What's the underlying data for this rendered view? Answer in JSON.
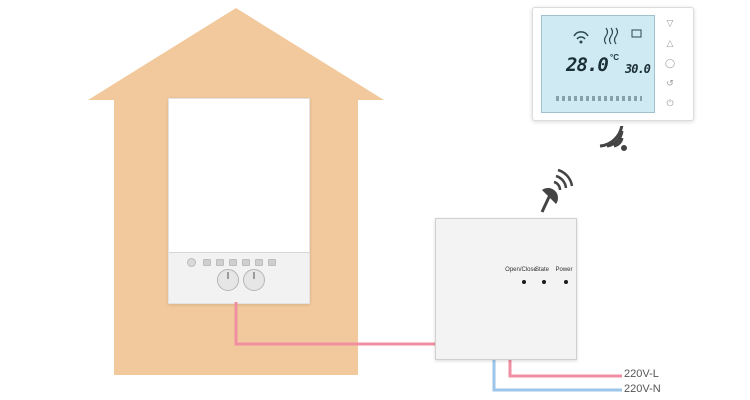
{
  "colors": {
    "house": "#f2c99c",
    "wire_live": "#f08ea2",
    "wire_neutral": "#9cc6ea",
    "screen": "#cfeaf2"
  },
  "receiver": {
    "labels": [
      "Open/Close",
      "State",
      "Power"
    ]
  },
  "wires": {
    "live_label": "220V-L",
    "neutral_label": "220V-N"
  },
  "thermostat": {
    "room_temp": "28.0",
    "room_unit": "°C",
    "set_temp": "30.0",
    "buttons": [
      "▽",
      "△",
      "◯",
      "↺",
      "⏻"
    ]
  },
  "icons": {
    "house": "house-icon",
    "boiler": "boiler-icon",
    "antenna": "antenna-icon",
    "signal": "wifi-signal-icon",
    "thermostat": "thermostat-icon"
  }
}
